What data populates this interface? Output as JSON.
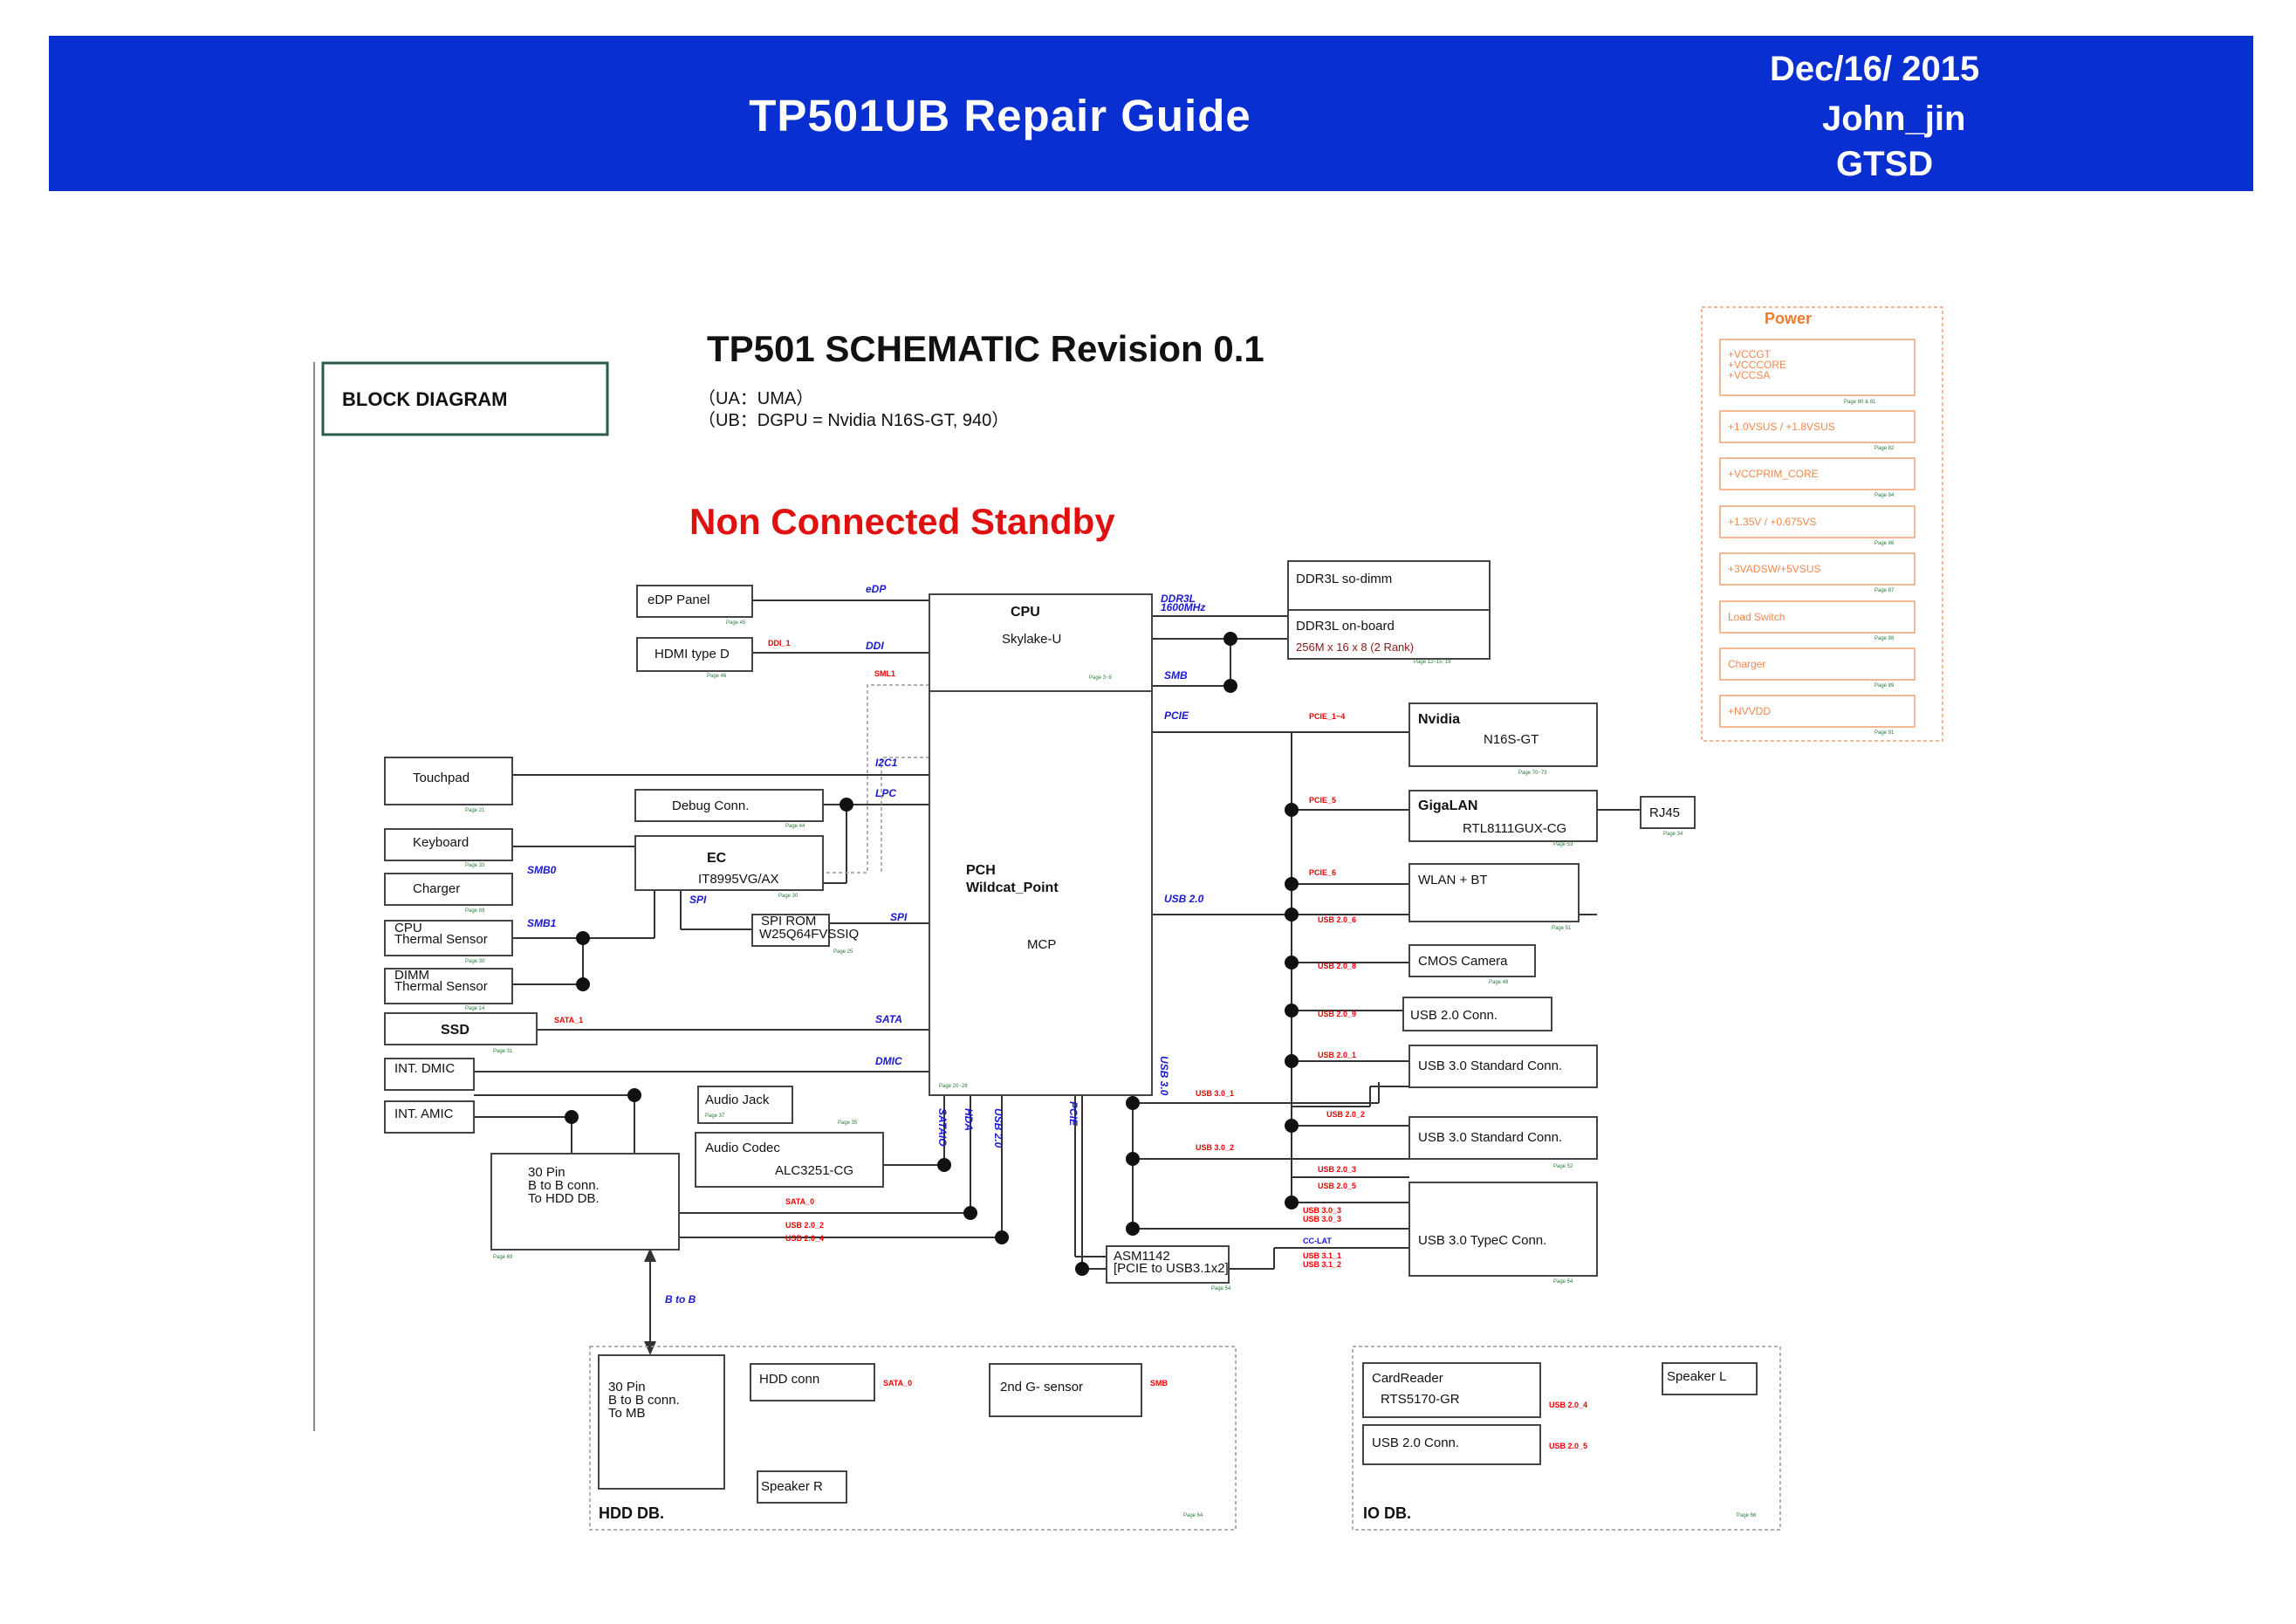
{
  "header": {
    "title": "TP501UB Repair Guide",
    "date": "Dec/16/ 2015",
    "author": "John_jin",
    "dept": "GTSD"
  },
  "sheet": {
    "block_label": "BLOCK DIAGRAM",
    "title": "TP501 SCHEMATIC Revision 0.1",
    "ua": "（UA：UMA）",
    "ub": "（UB：DGPU = Nvidia N16S-GT, 940）",
    "mode": "Non Connected Standby"
  },
  "power": {
    "title": "Power",
    "vccgt": "+VCCGT",
    "vcccore": "+VCCCORE",
    "vccsa": "+VCCSA",
    "p1": "Page 80 & 81",
    "items": [
      "+1.0VSUS / +1.8VSUS",
      "+VCCPRIM_CORE",
      "+1.35V / +0.675VS",
      "+3VADSW/+5VSUS",
      "Load Switch",
      "Charger",
      "+NVVDD"
    ],
    "pages": [
      "Page 82",
      "Page 84",
      "Page 86",
      "Page 87",
      "Page 88",
      "Page 89",
      "Page 91"
    ]
  },
  "blocks": {
    "edp": "eDP Panel",
    "edp_pg": "Page 45",
    "hdmi": "HDMI type D",
    "hdmi_pg": "Page 46",
    "cpu": "CPU",
    "cpu_sub": "Skylake-U",
    "cpu_pg": "Page 3~9",
    "ddr_sodimm": "DDR3L so-dimm",
    "ddr_onboard": "DDR3L on-board",
    "ddr_cfg": "256M x 16 x 8 (2 Rank)",
    "ddr_pg": "Page 12~15, 18",
    "nvidia": "Nvidia",
    "nvidia_sub": "N16S-GT",
    "nvidia_pg": "Page 70~73",
    "gigalan": "GigaLAN",
    "gigalan_sub": "RTL8111GUX-CG",
    "gigalan_pg": "Page 53",
    "rj45": "RJ45",
    "rj45_pg": "Page 34",
    "wlan": "WLAN + BT",
    "wlan_pg": "Page 51",
    "cmos": "CMOS Camera",
    "cmos_pg": "Page 48",
    "usb20": "USB 2.0 Conn.",
    "usb30a": "USB 3.0 Standard Conn.",
    "usb30b": "USB 3.0 Standard Conn.",
    "usb30b_pg": "Page 52",
    "typec": "USB 3.0 TypeC Conn.",
    "typec_pg": "Page 54",
    "asm": "ASM1142",
    "asm_sub": "[PCIE to USB3.1x2]",
    "asm_pg": "Page 54",
    "pch1": "PCH",
    "pch2": "Wildcat_Point",
    "pch_mcp": "MCP",
    "pch_pg": "Page 20~28",
    "touchpad": "Touchpad",
    "touchpad_pg": "Page 21",
    "keyboard": "Keyboard",
    "keyboard_pg": "Page 33",
    "charger": "Charger",
    "charger_pg": "Page 89",
    "cpu_ts1": "CPU",
    "cpu_ts2": "Thermal Sensor",
    "cpu_ts_pg": "Page 30",
    "dimm_ts1": "DIMM",
    "dimm_ts2": "Thermal Sensor",
    "dimm_ts_pg": "Page 14",
    "debug": "Debug Conn.",
    "debug_pg": "Page 44",
    "ec": "EC",
    "ec_sub": "IT8995VG/AX",
    "ec_pg": "Page 30",
    "spirom": "SPI ROM",
    "spirom_sub": "W25Q64FVSSIQ",
    "spirom_pg": "Page 25",
    "ssd": "SSD",
    "ssd_pg": "Page 31",
    "dmic": "INT. DMIC",
    "amic": "INT. AMIC",
    "ajack": "Audio Jack",
    "ajack_pg": "Page 37",
    "acodec": "Audio Codec",
    "acodec_sub": "ALC3251-CG",
    "acodec_pg": "Page 35",
    "hdd30_1": "30 Pin",
    "hdd30_2": "B to B conn.",
    "hdd30_3": "To HDD DB.",
    "hdd30_pg": "Page 69"
  },
  "buses": {
    "edp": "eDP",
    "ddi": "DDI",
    "ddr3l_1": "DDR3L",
    "ddr3l_2": "1600MHz",
    "smb": "SMB",
    "pcie": "PCIE",
    "i2c1": "I2C1",
    "lpc": "LPC",
    "smb0": "SMB0",
    "smb1": "SMB1",
    "spi": "SPI",
    "usb20": "USB 2.0",
    "sata": "SATA",
    "dmic": "DMIC",
    "hda": "HDA",
    "pcie_v": "PCIE",
    "usb30": "USB 3.0",
    "sataio": "SATAIO",
    "usb20v": "USB 2.0",
    "b2b": "B to B"
  },
  "signals": {
    "ddi_1": "DDI_1",
    "sml1": "SML1",
    "pcie_14": "PCIE_1~4",
    "pcie_5": "PCIE_5",
    "pcie_6": "PCIE_6",
    "usb20_6": "USB 2.0_6",
    "usb20_8": "USB 2.0_8",
    "usb20_9": "USB 2.0_9",
    "usb20_1": "USB 2.0_1",
    "usb30_1": "USB 3.0_1",
    "usb20_2": "USB 2.0_2",
    "usb30_2": "USB 3.0_2",
    "usb20_3": "USB 2.0_3",
    "usb20_5": "USB 2.0_5",
    "usb30_3": "USB 3.0_3",
    "usb30_3b": "USB 3.0_3",
    "cclat": "CC-LAT",
    "usb31_1": "USB 3.1_1",
    "usb31_2": "USB 3.1_2",
    "sata_1": "SATA_1",
    "sata_0": "SATA_0",
    "usb20_2b": "USB 2.0_2",
    "usb20_4": "USB 2.0_4"
  },
  "hdd_db": {
    "title": "HDD DB.",
    "conn1": "30 Pin",
    "conn2": "B to B conn.",
    "conn3": "To MB",
    "hdd": "HDD conn",
    "sata0": "SATA_0",
    "gsensor": "2nd G- sensor",
    "smb": "SMB",
    "spkr": "Speaker R",
    "pg": "Page 64"
  },
  "io_db": {
    "title": "IO DB.",
    "card": "CardReader",
    "card_sub": "RTS5170-GR",
    "usb": "USB 2.0 Conn.",
    "usb20_4": "USB 2.0_4",
    "usb20_5": "USB 2.0_5",
    "spkl": "Speaker L",
    "pg": "Page 66"
  }
}
